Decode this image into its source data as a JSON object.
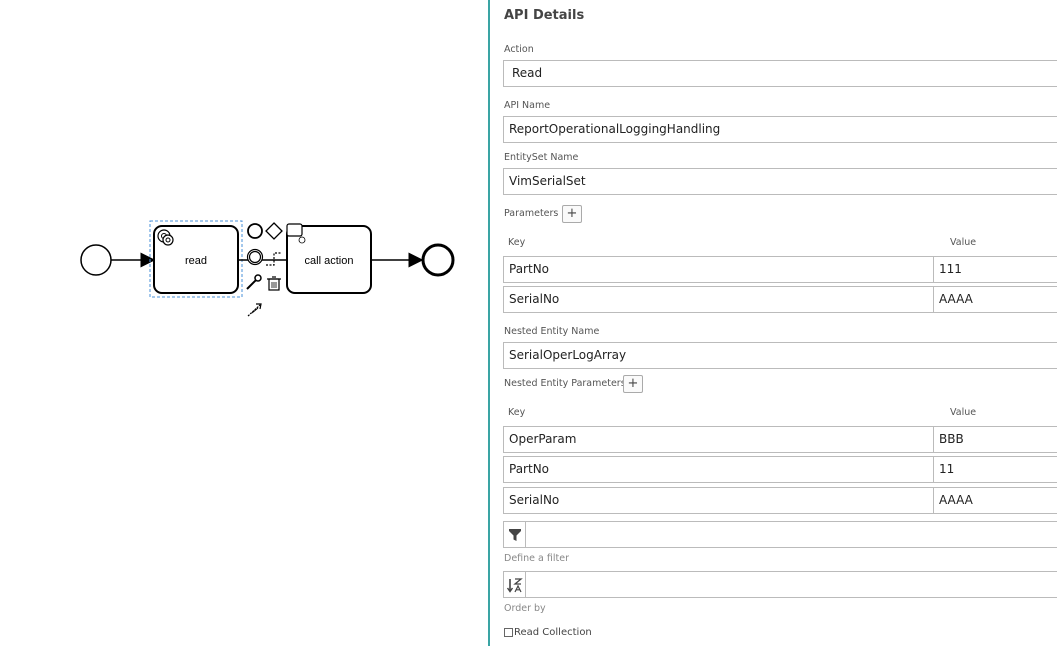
{
  "diagram": {
    "task_read_label": "read",
    "task_call_label": "call action"
  },
  "panel": {
    "title": "API Details",
    "action_label": "Action",
    "action_value": "Read",
    "api_name_label": "API Name",
    "api_name_value": "ReportOperationalLoggingHandling",
    "entity_set_label": "EntitySet Name",
    "entity_set_value": "VimSerialSet",
    "parameters_label": "Parameters",
    "add_symbol": "+",
    "key_header": "Key",
    "value_header": "Value",
    "parameters": [
      {
        "key": "PartNo",
        "value": "111"
      },
      {
        "key": "SerialNo",
        "value": "AAAA"
      }
    ],
    "nested_entity_label": "Nested Entity Name",
    "nested_entity_value": "SerialOperLogArray",
    "nested_params_label": "Nested Entity Parameters",
    "nested_parameters": [
      {
        "key": "OperParam",
        "value": "BBB"
      },
      {
        "key": "PartNo",
        "value": "11"
      },
      {
        "key": "SerialNo",
        "value": "AAAA"
      }
    ],
    "filter_value": "",
    "filter_caption": "Define a filter",
    "order_value": "",
    "order_caption": "Order by",
    "read_collection_label": "Read Collection",
    "read_collection_checked": false
  },
  "colors": {
    "panel_accent": "#3aa4a4",
    "selection": "#4a90d9"
  }
}
